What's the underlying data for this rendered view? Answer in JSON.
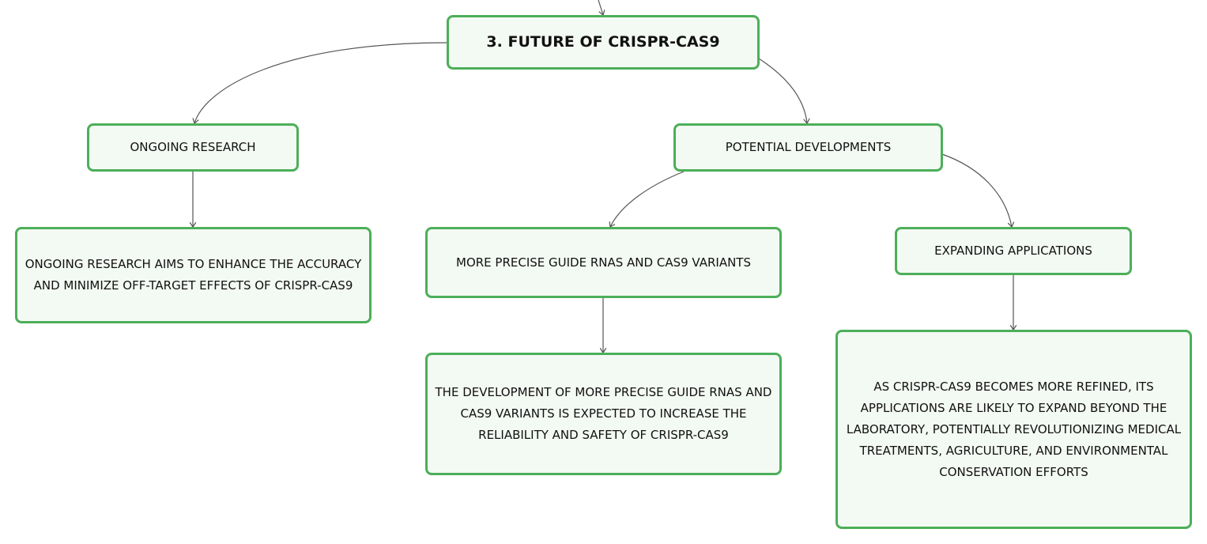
{
  "mindmap": {
    "root": {
      "label": "3. FUTURE OF CRISPR-CAS9"
    },
    "ongoing_research": {
      "label": "ONGOING RESEARCH",
      "detail": "ONGOING RESEARCH AIMS TO ENHANCE THE ACCURACY AND MINIMIZE OFF-TARGET EFFECTS OF CRISPR-CAS9"
    },
    "potential_developments": {
      "label": "POTENTIAL DEVELOPMENTS",
      "guide_rnas": {
        "label": "MORE PRECISE GUIDE RNAS AND CAS9 VARIANTS",
        "detail": "THE DEVELOPMENT OF MORE PRECISE GUIDE RNAS AND CAS9 VARIANTS IS EXPECTED TO INCREASE THE RELIABILITY AND SAFETY OF CRISPR-CAS9"
      },
      "expanding_applications": {
        "label": "EXPANDING APPLICATIONS",
        "detail": "AS CRISPR-CAS9 BECOMES MORE REFINED, ITS APPLICATIONS ARE LIKELY TO EXPAND BEYOND THE LABORATORY, POTENTIALLY REVOLUTIONIZING MEDICAL TREATMENTS, AGRICULTURE, AND ENVIRONMENTAL CONSERVATION EFFORTS"
      }
    }
  },
  "colors": {
    "node_border": "#4caf59",
    "node_fill": "#f3f9f3",
    "connector": "#555555",
    "text": "#111111"
  }
}
